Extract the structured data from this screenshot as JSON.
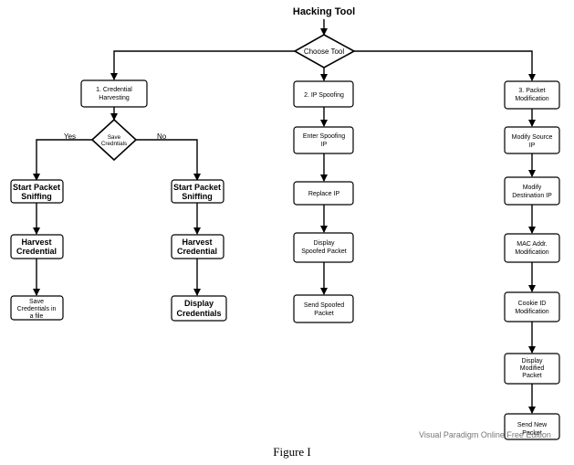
{
  "title": "Hacking Tool",
  "decision_root": [
    "Choose Tool"
  ],
  "branch1": {
    "head": [
      "1. Credential",
      "Harvesting"
    ],
    "decision": [
      "Save",
      "Credntials"
    ],
    "yes_label": "Yes",
    "no_label": "No",
    "yes_steps": [
      [
        "Start Packet",
        "Sniffing"
      ],
      [
        "Harvest",
        "Credential"
      ],
      [
        "Save",
        "Credentials in",
        "a file"
      ]
    ],
    "no_steps": [
      [
        "Start Packet",
        "Sniffing"
      ],
      [
        "Harvest",
        "Credential"
      ],
      [
        "Display",
        "Credentials"
      ]
    ]
  },
  "branch2": {
    "head": [
      "2. IP Spoofing"
    ],
    "steps": [
      [
        "Enter Spoofing",
        "IP"
      ],
      [
        "Replace IP"
      ],
      [
        "Display",
        "Spoofed Packet"
      ],
      [
        "Send Spoofed",
        "Packet"
      ]
    ]
  },
  "branch3": {
    "head": [
      "3. Packet",
      "Modification"
    ],
    "steps": [
      [
        "Modify Source",
        "IP"
      ],
      [
        "Modify",
        "Destination IP"
      ],
      [
        "MAC Addr.",
        "Modification"
      ],
      [
        "Cookie ID",
        "Modification"
      ],
      [
        "Display",
        "Modified",
        "Packet"
      ],
      [
        "Send New",
        "Packet"
      ]
    ]
  },
  "watermark": "Visual Paradigm Online Free Edition",
  "caption": "Figure I"
}
